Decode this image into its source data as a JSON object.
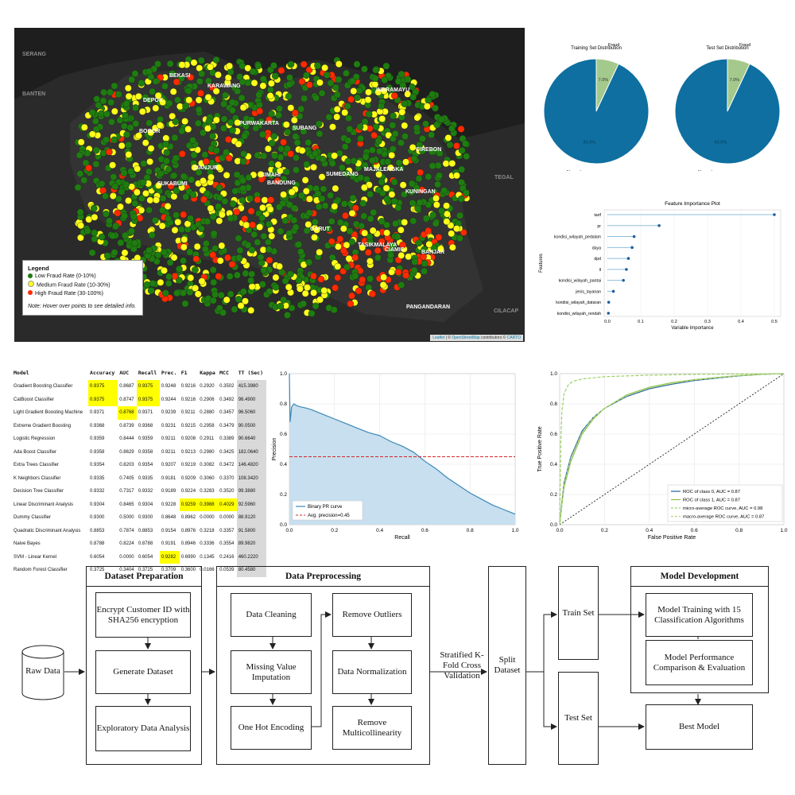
{
  "map": {
    "cities": [
      "SERANG",
      "BANTEN",
      "BEKASI",
      "KARAWANG",
      "INDRAMAYU",
      "DEPOK",
      "BOGOR",
      "PURWAKARTA",
      "SUBANG",
      "CIREBON",
      "CIANJUR",
      "CIMAHI",
      "BANDUNG",
      "SUMEDANG",
      "MAJALENGKA",
      "TEGAL",
      "SUKABUMI",
      "KUNINGAN",
      "GARUT",
      "TASIKMALAYA",
      "CIAMIS",
      "BANJAR",
      "PANGANDARAN",
      "CILACAP"
    ],
    "legend": {
      "title": "Legend",
      "items": [
        {
          "label": "Low Fraud Rate (0-10%)",
          "color": "#1e7d0f"
        },
        {
          "label": "Medium Fraud Rate (10-30%)",
          "color": "#ffff1a"
        },
        {
          "label": "High Fraud Rate (30-100%)",
          "color": "#ff2a00"
        }
      ],
      "note": "Note: Hover over points to see detailed info."
    },
    "attribution": {
      "leaflet": "Leaflet",
      "osm": "OpenStreetMap",
      "contrib": "contributors ©",
      "carto": "CARTO",
      "sep": "|"
    }
  },
  "charts": [
    {
      "type": "pie",
      "title": "Training Set Distribution",
      "labels": [
        "Normal",
        "Fraud"
      ],
      "values": [
        93.0,
        7.0
      ],
      "pct_labels": [
        "93.0%",
        "7.0%"
      ],
      "colors": [
        "#0e6fa0",
        "#a4c98c"
      ]
    },
    {
      "type": "pie",
      "title": "Test Set Distribution",
      "labels": [
        "Normal",
        "Fraud"
      ],
      "values": [
        93.0,
        7.0
      ],
      "pct_labels": [
        "93.0%",
        "7.0%"
      ],
      "colors": [
        "#0e6fa0",
        "#a4c98c"
      ]
    },
    {
      "type": "bar",
      "title": "Feature Importance Plot",
      "xlabel": "Variable Importance",
      "ylabel": "Features",
      "categories": [
        "tarif",
        "pr",
        "kondisi_wilayah_pedalam",
        "daya",
        "dpd",
        "ll",
        "kondisi_wilayah_pantai",
        "jenis_layanan",
        "kondisi_wilayah_dataran",
        "kondisi_wilayah_rendah"
      ],
      "values": [
        0.5,
        0.155,
        0.08,
        0.074,
        0.063,
        0.057,
        0.048,
        0.018,
        0.004,
        0.003
      ],
      "xlim": [
        0,
        0.5
      ],
      "xticks": [
        "0.0",
        "0.1",
        "0.2",
        "0.3",
        "0.4",
        "0.5"
      ]
    },
    {
      "type": "area",
      "xlabel": "Recall",
      "ylabel": "Precision",
      "xlim": [
        0,
        1
      ],
      "ylim": [
        0,
        1
      ],
      "xticks": [
        "0.0",
        "0.2",
        "0.4",
        "0.6",
        "0.8",
        "1.0"
      ],
      "yticks": [
        "0.0",
        "0.2",
        "0.4",
        "0.6",
        "0.8",
        "1.0"
      ],
      "series": [
        {
          "name": "Binary PR curve",
          "x": [
            0,
            0.003,
            0.01,
            0.02,
            0.03,
            0.05,
            0.08,
            0.1,
            0.15,
            0.2,
            0.25,
            0.3,
            0.35,
            0.4,
            0.45,
            0.5,
            0.55,
            0.6,
            0.65,
            0.7,
            0.75,
            0.8,
            0.85,
            0.9,
            0.95,
            1.0
          ],
          "y": [
            1.0,
            0.68,
            0.78,
            0.8,
            0.79,
            0.78,
            0.77,
            0.76,
            0.73,
            0.7,
            0.67,
            0.64,
            0.61,
            0.59,
            0.55,
            0.52,
            0.48,
            0.42,
            0.37,
            0.31,
            0.26,
            0.21,
            0.17,
            0.13,
            0.1,
            0.07
          ]
        }
      ],
      "baseline": {
        "name": "Avg. precision=0.45",
        "value": 0.45
      }
    },
    {
      "type": "line",
      "xlabel": "False Positive Rate",
      "ylabel": "True Positive Rate",
      "xlim": [
        0,
        1
      ],
      "ylim": [
        0,
        1
      ],
      "xticks": [
        "0.0",
        "0.2",
        "0.4",
        "0.6",
        "0.8",
        "1.0"
      ],
      "yticks": [
        "0.0",
        "0.2",
        "0.4",
        "0.6",
        "0.8",
        "1.0"
      ],
      "series": [
        {
          "name": "ROC of class 0, AUC = 0.87",
          "x": [
            0,
            0.01,
            0.02,
            0.05,
            0.1,
            0.15,
            0.2,
            0.3,
            0.4,
            0.5,
            0.6,
            0.7,
            0.8,
            0.9,
            1.0
          ],
          "y": [
            0,
            0.15,
            0.28,
            0.45,
            0.62,
            0.71,
            0.77,
            0.85,
            0.9,
            0.93,
            0.955,
            0.97,
            0.985,
            0.995,
            1.0
          ],
          "color": "#1f5fa0"
        },
        {
          "name": "ROC of class 1, AUC = 0.87",
          "x": [
            0,
            0.01,
            0.02,
            0.05,
            0.1,
            0.15,
            0.2,
            0.3,
            0.4,
            0.5,
            0.6,
            0.7,
            0.8,
            0.9,
            1.0
          ],
          "y": [
            0,
            0.13,
            0.25,
            0.42,
            0.6,
            0.7,
            0.77,
            0.86,
            0.91,
            0.94,
            0.96,
            0.975,
            0.988,
            0.996,
            1.0
          ],
          "color": "#8ac24a"
        },
        {
          "name": "micro-average ROC curve, AUC = 0.98",
          "x": [
            0,
            0.005,
            0.01,
            0.02,
            0.04,
            0.06,
            0.1,
            0.2,
            0.4,
            0.6,
            0.8,
            1.0
          ],
          "y": [
            0,
            0.55,
            0.75,
            0.87,
            0.93,
            0.95,
            0.965,
            0.98,
            0.99,
            0.995,
            0.998,
            1.0
          ],
          "color": "#9dcf62",
          "dash": true
        },
        {
          "name": "macro-average ROC curve, AUC = 0.87",
          "x": [
            0,
            0.01,
            0.02,
            0.05,
            0.1,
            0.15,
            0.2,
            0.3,
            0.4,
            0.5,
            0.6,
            0.7,
            0.8,
            0.9,
            1.0
          ],
          "y": [
            0,
            0.14,
            0.27,
            0.44,
            0.61,
            0.71,
            0.77,
            0.855,
            0.905,
            0.935,
            0.958,
            0.972,
            0.986,
            0.995,
            1.0
          ],
          "color": "#b5d67a",
          "dash": true
        }
      ]
    }
  ],
  "table": {
    "headers": [
      "Model",
      "Accuracy",
      "AUC",
      "Recall",
      "Prec.",
      "F1",
      "Kappa",
      "MCC",
      "TT (Sec)"
    ],
    "rows": [
      [
        "Gradient Boosting Classifier",
        "0.9375",
        "0.8687",
        "0.9375",
        "0.9248",
        "0.9216",
        "0.2920",
        "0.3502",
        "415.3980"
      ],
      [
        "CatBoost Classifier",
        "0.9375",
        "0.8747",
        "0.9375",
        "0.9244",
        "0.9216",
        "0.2906",
        "0.3492",
        "98.4900"
      ],
      [
        "Light Gradient Boosting Machine",
        "0.9371",
        "0.8768",
        "0.9371",
        "0.9239",
        "0.9211",
        "0.2880",
        "0.3457",
        "96.5060"
      ],
      [
        "Extreme Gradient Boosting",
        "0.9368",
        "0.8739",
        "0.9368",
        "0.9231",
        "0.9215",
        "0.2958",
        "0.3479",
        "90.0500"
      ],
      [
        "Logistic Regression",
        "0.9359",
        "0.8444",
        "0.9359",
        "0.9211",
        "0.9208",
        "0.2911",
        "0.3389",
        "90.6640"
      ],
      [
        "Ada Boost Classifier",
        "0.9358",
        "0.8629",
        "0.9358",
        "0.9211",
        "0.9213",
        "0.2980",
        "0.3425",
        "182.0640"
      ],
      [
        "Extra Trees Classifier",
        "0.9354",
        "0.8203",
        "0.9354",
        "0.9207",
        "0.9219",
        "0.3082",
        "0.3472",
        "146.4820"
      ],
      [
        "K Neighbors Classifier",
        "0.9335",
        "0.7405",
        "0.9335",
        "0.9181",
        "0.9209",
        "0.3060",
        "0.3370",
        "108.3420"
      ],
      [
        "Decision Tree Classifier",
        "0.9332",
        "0.7317",
        "0.9332",
        "0.9189",
        "0.9224",
        "0.3283",
        "0.3520",
        "99.3880"
      ],
      [
        "Linear Discriminant Analysis",
        "0.9304",
        "0.8465",
        "0.9304",
        "0.9228",
        "0.9259",
        "0.3988",
        "0.4029",
        "92.5960"
      ],
      [
        "Dummy Classifier",
        "0.9300",
        "0.5000",
        "0.9300",
        "0.8648",
        "0.8962",
        "0.0000",
        "0.0000",
        "88.9120"
      ],
      [
        "Quadratic Discriminant Analysis",
        "0.8853",
        "0.7874",
        "0.8853",
        "0.9154",
        "0.8976",
        "0.3218",
        "0.3357",
        "91.5800"
      ],
      [
        "Naive Bayes",
        "0.8788",
        "0.8224",
        "0.8788",
        "0.9191",
        "0.8946",
        "0.3336",
        "0.3554",
        "89.9820"
      ],
      [
        "SVM - Linear Kernel",
        "0.6054",
        "0.0000",
        "0.6054",
        "0.9282",
        "0.6990",
        "0.1345",
        "0.2416",
        "460.2220"
      ],
      [
        "Random Forest Classifier",
        "0.3725",
        "0.3404",
        "0.3725",
        "0.3709",
        "0.3600",
        "0.0166",
        "0.0539",
        "80.4580"
      ]
    ],
    "highlight": [
      [
        0,
        1
      ],
      [
        0,
        3
      ],
      [
        1,
        1
      ],
      [
        1,
        3
      ],
      [
        2,
        2
      ],
      [
        9,
        5
      ],
      [
        9,
        6
      ],
      [
        9,
        7
      ],
      [
        13,
        4
      ]
    ]
  },
  "flow": {
    "raw_data": "Raw Data",
    "dataset_prep": {
      "title": "Dataset Preparation",
      "steps": [
        "Encrypt Customer ID with SHA256 encryption",
        "Generate Dataset",
        "Exploratory Data Analysis"
      ]
    },
    "preprocessing": {
      "title": "Data Preprocessing",
      "left": [
        "Data Cleaning",
        "Missing Value Imputation",
        "One Hot Encoding"
      ],
      "right": [
        "Remove Outliers",
        "Data Normalization",
        "Remove Multicollinearity"
      ]
    },
    "validation": "Stratified K-Fold Cross Validation",
    "split": "Split Dataset",
    "train": "Train Set",
    "test": "Test Set",
    "model_dev": {
      "title": "Model Development",
      "steps": [
        "Model Training with 15 Classification Algorithms",
        "Model Performance Comparison & Evaluation"
      ]
    },
    "best": "Best Model"
  }
}
